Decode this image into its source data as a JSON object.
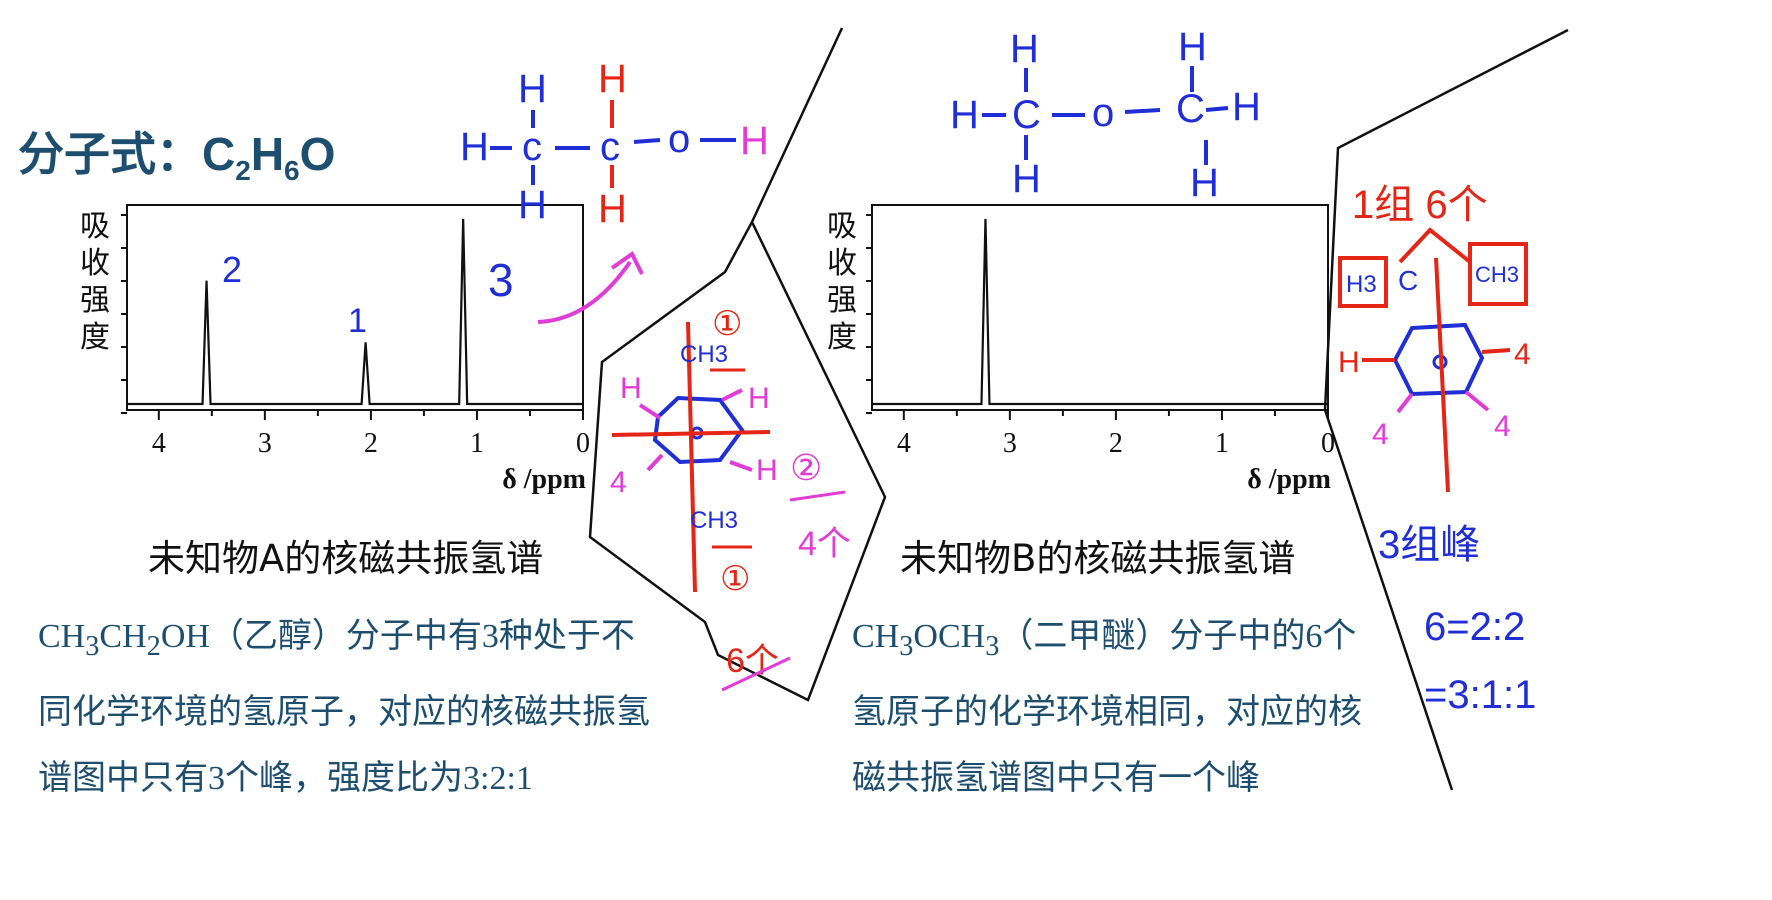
{
  "formula": {
    "prefix": "分子式：",
    "C": "C",
    "c_sub": "2",
    "H": "H",
    "h_sub": "6",
    "O": "O"
  },
  "colors": {
    "text_dark": "#1d4e6f",
    "ink_blue": "#1f2ed6",
    "ink_red": "#e52515",
    "ink_magenta": "#e23cd6",
    "line": "#111111"
  },
  "chart_data": [
    {
      "type": "line",
      "title": "",
      "xlabel": "δ /ppm",
      "ylabel": "吸收强度",
      "x_ticks": [
        "4",
        "3",
        "2",
        "1",
        "0"
      ],
      "xlim": [
        4.3,
        0
      ],
      "x_reversed": true,
      "caption": "未知物A的核磁共振氢谱",
      "peaks": [
        {
          "ppm": 3.55,
          "height": 0.62,
          "label": "2"
        },
        {
          "ppm": 2.05,
          "height": 0.31,
          "label": "1"
        },
        {
          "ppm": 1.13,
          "height": 0.93,
          "label": "3"
        }
      ]
    },
    {
      "type": "line",
      "title": "",
      "xlabel": "δ /ppm",
      "ylabel": "吸收强度",
      "x_ticks": [
        "4",
        "3",
        "2",
        "1",
        "0"
      ],
      "xlim": [
        4.3,
        0
      ],
      "x_reversed": true,
      "caption": "未知物B的核磁共振氢谱",
      "peaks": [
        {
          "ppm": 3.23,
          "height": 0.93,
          "label": ""
        }
      ]
    }
  ],
  "ylabel_chars": [
    "吸",
    "收",
    "强",
    "度"
  ],
  "desc_a": {
    "f1": "CH",
    "s1": "3",
    "f2": "CH",
    "s2": "2",
    "f3": "OH",
    "line1_rest": "（乙醇）分子中有3种处于不",
    "line2": "同化学环境的氢原子，对应的核磁共振氢",
    "line3": "谱图中只有3个峰，强度比为3:2:1"
  },
  "desc_b": {
    "f1": "CH",
    "s1": "3",
    "f2": "OCH",
    "s2": "3",
    "line1_rest": "（二甲醚）分子中的6个",
    "line2": "氢原子的化学环境相同，对应的核",
    "line3": "磁共振氢谱图中只有一个峰"
  },
  "handwriting": {
    "ethanol": {
      "H": "H",
      "C": "c",
      "O": "o"
    },
    "ether": {
      "H": "H",
      "C": "C",
      "O": "o"
    },
    "xylene": {
      "ch3": "CH3",
      "c1": "①",
      "c2": "②",
      "four": "4个",
      "six": "6个",
      "h": "H",
      "h4": "4"
    },
    "mesitylene": {
      "group": "1组 6个",
      "h3": "H3",
      "ch3": "CH3",
      "c": "C",
      "h": "H",
      "h4": "4",
      "peaks": "3组峰",
      "r1": "6=2:2",
      "r2": "=3:1:1"
    }
  }
}
